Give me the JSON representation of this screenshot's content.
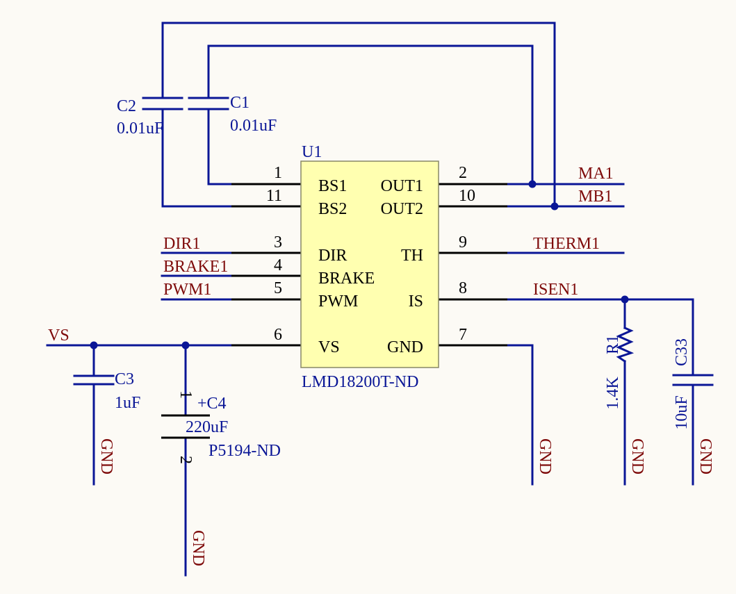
{
  "ic": {
    "ref": "U1",
    "part": "LMD18200T-ND",
    "pins_left": [
      {
        "num": "1",
        "name": "BS1"
      },
      {
        "num": "11",
        "name": "BS2"
      },
      {
        "num": "3",
        "name": "DIR"
      },
      {
        "num": "4",
        "name": "BRAKE"
      },
      {
        "num": "5",
        "name": "PWM"
      },
      {
        "num": "6",
        "name": "VS"
      }
    ],
    "pins_right": [
      {
        "num": "2",
        "name": "OUT1"
      },
      {
        "num": "10",
        "name": "OUT2"
      },
      {
        "num": "9",
        "name": "TH"
      },
      {
        "num": "8",
        "name": "IS"
      },
      {
        "num": "7",
        "name": "GND"
      }
    ]
  },
  "nets": {
    "ma1": "MA1",
    "mb1": "MB1",
    "therm1": "THERM1",
    "isen1": "ISEN1",
    "dir1": "DIR1",
    "brake1": "BRAKE1",
    "pwm1": "PWM1",
    "vs": "VS"
  },
  "components": {
    "c1": {
      "ref": "C1",
      "value": "0.01uF"
    },
    "c2": {
      "ref": "C2",
      "value": "0.01uF"
    },
    "c3": {
      "ref": "C3",
      "value": "1uF"
    },
    "c4": {
      "ref": "+C4",
      "value": "220uF",
      "part": "P5194-ND",
      "pin1": "1",
      "pin2": "2"
    },
    "r1": {
      "ref": "R1",
      "value": "1.4K"
    },
    "c33": {
      "ref": "C33",
      "value": "10uF"
    }
  },
  "gnd_label": "GND",
  "colors": {
    "wire": "#0A1696",
    "net_label": "#7E0A0A",
    "ic_fill": "#FFFFB0",
    "background": "#FCFAF5"
  }
}
